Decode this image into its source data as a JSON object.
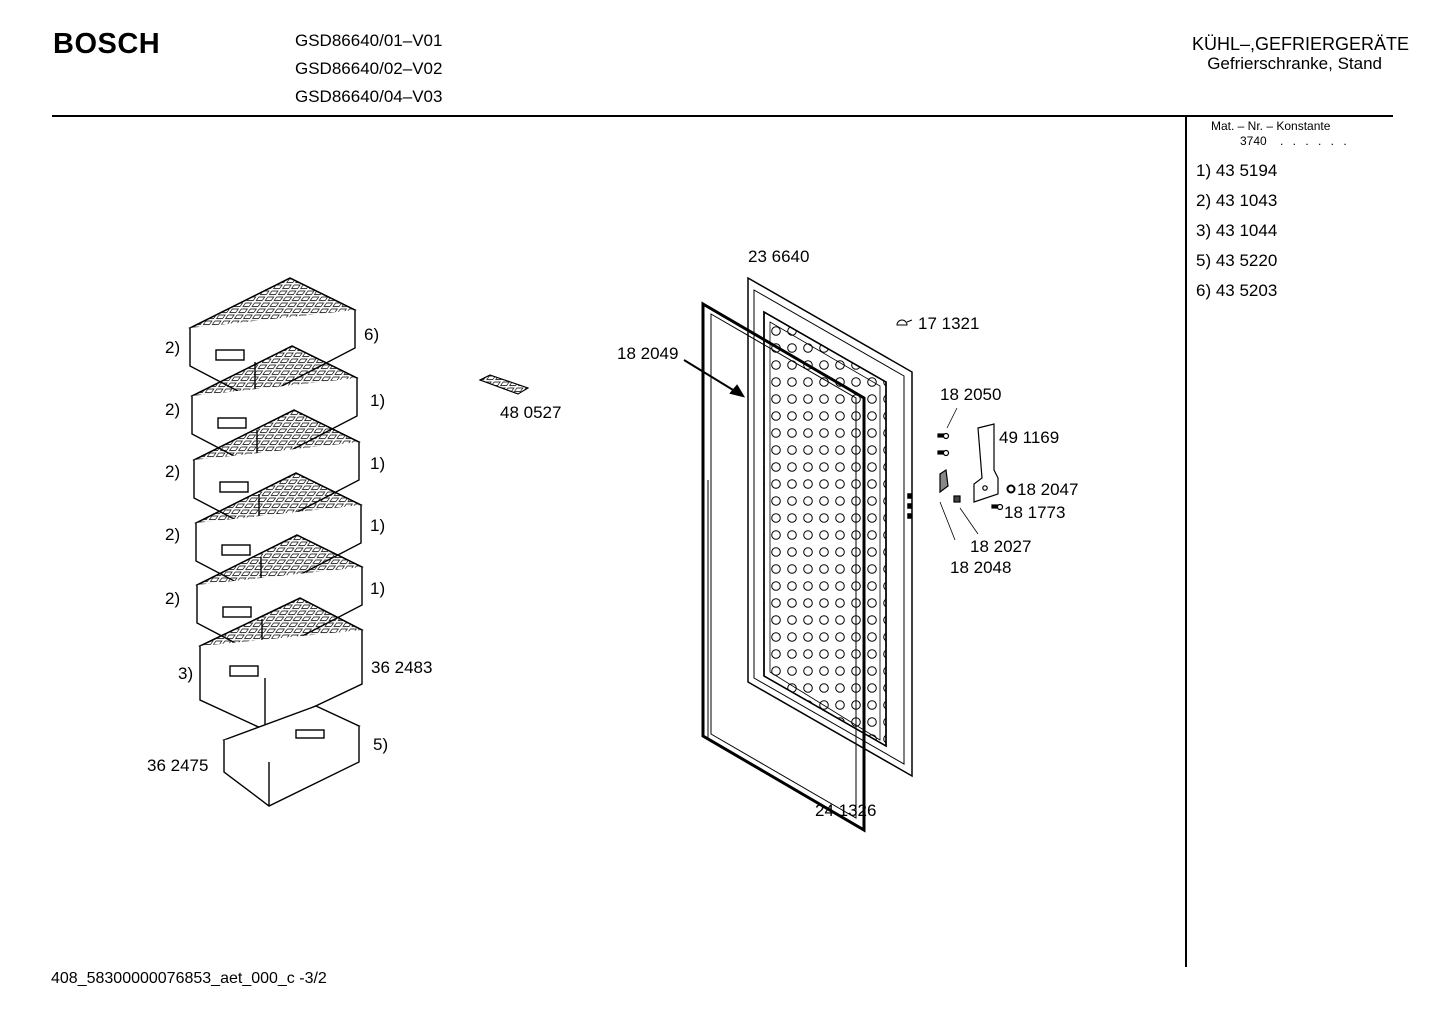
{
  "header": {
    "brand": "BOSCH",
    "models": [
      "GSD86640/01–V01",
      "GSD86640/02–V02",
      "GSD86640/04–V03"
    ],
    "category": "KÜHL–,GEFRIERGERÄTE",
    "subcategory": "Gefrierschranke, Stand"
  },
  "material_table": {
    "header": "Mat. – Nr. – Konstante",
    "constant": "3740",
    "dots": ". . . . . .",
    "items": [
      "1)  43 5194",
      "2)  43 1043",
      "3)  43 1044",
      "5)  43 5220",
      "6)  43 5203"
    ]
  },
  "drawer_labels": {
    "left": [
      "2)",
      "2)",
      "2)",
      "2)",
      "2)",
      "3)"
    ],
    "right": [
      "6)",
      "1)",
      "1)",
      "1)",
      "1)",
      "36 2483",
      "5)"
    ],
    "bottom_left": "36 2475"
  },
  "parts": {
    "ice_tray": "48 0527",
    "door": "23 6640",
    "gasket_pointer": "18 2049",
    "door_bottom": "24 1326",
    "screw_top": "17 1321",
    "screws": "18 2050",
    "hinge": "49 1169",
    "washer": "18 2047",
    "pin": "18 1773",
    "cam_a": "18 2027",
    "cam_b": "18 2048"
  },
  "footer": "408_58300000076853_aet_000_c -3/2"
}
